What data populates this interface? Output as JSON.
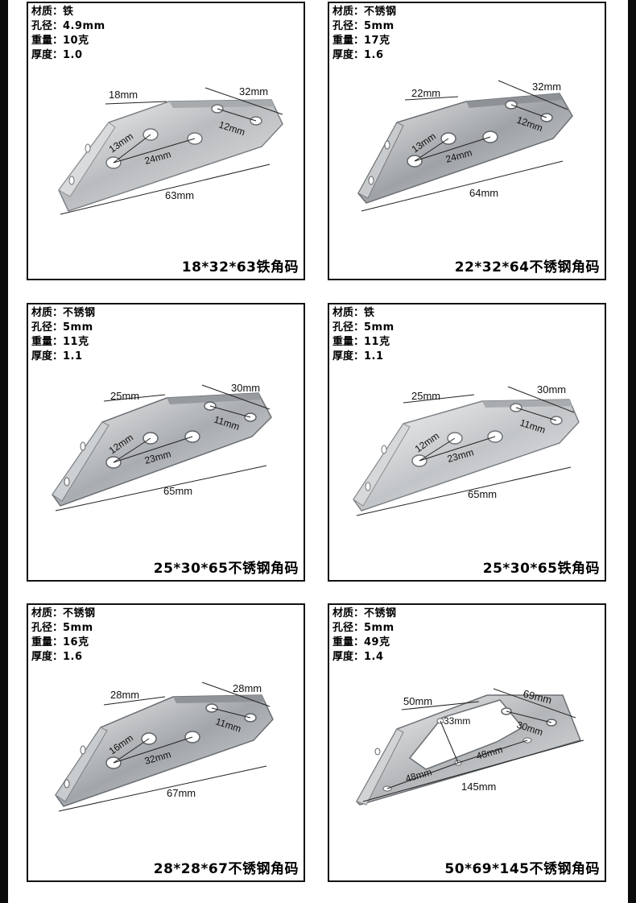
{
  "cards": [
    {
      "specs": [
        {
          "k": "材质：",
          "v": "铁"
        },
        {
          "k": "孔径：",
          "v": "4.9mm"
        },
        {
          "k": "重量：",
          "v": "10克"
        },
        {
          "k": "厚度：",
          "v": "1.0"
        }
      ],
      "dims": {
        "a": "18mm",
        "b": "32mm",
        "c": "12mm",
        "d": "13mm",
        "e": "24mm",
        "f": "63mm"
      },
      "title": "18*32*63铁角码"
    },
    {
      "specs": [
        {
          "k": "材质：",
          "v": "不锈钢"
        },
        {
          "k": "孔径：",
          "v": "5mm"
        },
        {
          "k": "重量：",
          "v": "17克"
        },
        {
          "k": "厚度：",
          "v": "1.6"
        }
      ],
      "dims": {
        "a": "22mm",
        "b": "32mm",
        "c": "12mm",
        "d": "13mm",
        "e": "24mm",
        "f": "64mm"
      },
      "title": "22*32*64不锈钢角码"
    },
    {
      "specs": [
        {
          "k": "材质：",
          "v": "不锈钢"
        },
        {
          "k": "孔径：",
          "v": "5mm"
        },
        {
          "k": "重量：",
          "v": "11克"
        },
        {
          "k": "厚度：",
          "v": "1.1"
        }
      ],
      "dims": {
        "a": "25mm",
        "b": "30mm",
        "c": "11mm",
        "d": "12mm",
        "e": "23mm",
        "f": "65mm"
      },
      "title": "25*30*65不锈钢角码"
    },
    {
      "specs": [
        {
          "k": "材质：",
          "v": "铁"
        },
        {
          "k": "孔径：",
          "v": "5mm"
        },
        {
          "k": "重量：",
          "v": "11克"
        },
        {
          "k": "厚度：",
          "v": "1.1"
        }
      ],
      "dims": {
        "a": "25mm",
        "b": "30mm",
        "c": "11mm",
        "d": "12mm",
        "e": "23mm",
        "f": "65mm"
      },
      "title": "25*30*65铁角码"
    },
    {
      "specs": [
        {
          "k": "材质：",
          "v": "不锈钢"
        },
        {
          "k": "孔径：",
          "v": "5mm"
        },
        {
          "k": "重量：",
          "v": "16克"
        },
        {
          "k": "厚度：",
          "v": "1.6"
        }
      ],
      "dims": {
        "a": "28mm",
        "b": "28mm",
        "c": "11mm",
        "d": "16mm",
        "e": "32mm",
        "f": "67mm"
      },
      "title": "28*28*67不锈钢角码"
    },
    {
      "specs": [
        {
          "k": "材质：",
          "v": "不锈钢"
        },
        {
          "k": "孔径：",
          "v": "5mm"
        },
        {
          "k": "重量：",
          "v": "49克"
        },
        {
          "k": "厚度：",
          "v": "1.4"
        }
      ],
      "dims": {
        "a": "50mm",
        "b": "69mm",
        "c": "33mm",
        "d": "30mm",
        "e": "48mm",
        "e2": "48mm",
        "f": "145mm"
      },
      "title": "50*69*145不锈钢角码"
    }
  ]
}
